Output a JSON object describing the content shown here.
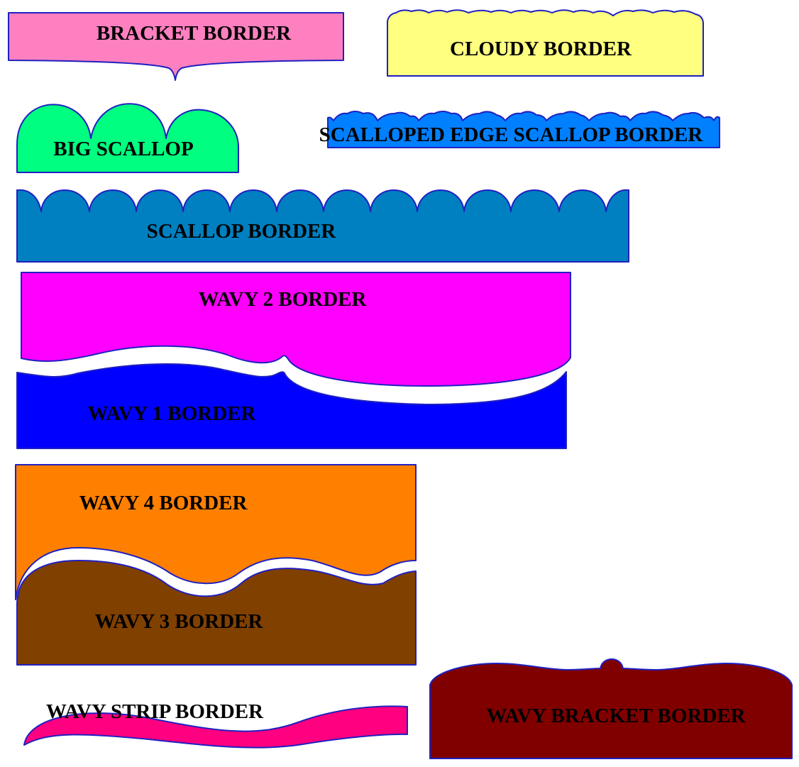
{
  "borders": [
    {
      "id": "bracket",
      "label": "BRACKET BORDER",
      "color": "#ff80c0"
    },
    {
      "id": "cloudy",
      "label": "CLOUDY BORDER",
      "color": "#ffff80"
    },
    {
      "id": "big-scallop",
      "label": "BIG SCALLOP",
      "color": "#00ff80"
    },
    {
      "id": "scalloped-edge",
      "label": "SCALLOPED EDGE SCALLOP BORDER",
      "color": "#0080ff"
    },
    {
      "id": "scallop",
      "label": "SCALLOP BORDER",
      "color": "#0080c0"
    },
    {
      "id": "wavy-2",
      "label": "WAVY 2 BORDER",
      "color": "#ff00ff"
    },
    {
      "id": "wavy-1",
      "label": "WAVY 1 BORDER",
      "color": "#0000ff"
    },
    {
      "id": "wavy-4",
      "label": "WAVY 4 BORDER",
      "color": "#ff8000"
    },
    {
      "id": "wavy-3",
      "label": "WAVY 3 BORDER",
      "color": "#804000"
    },
    {
      "id": "wavy-strip",
      "label": "WAVY STRIP BORDER",
      "color": "#ff0080"
    },
    {
      "id": "wavy-bracket",
      "label": "WAVY BRACKET BORDER",
      "color": "#800000"
    }
  ]
}
